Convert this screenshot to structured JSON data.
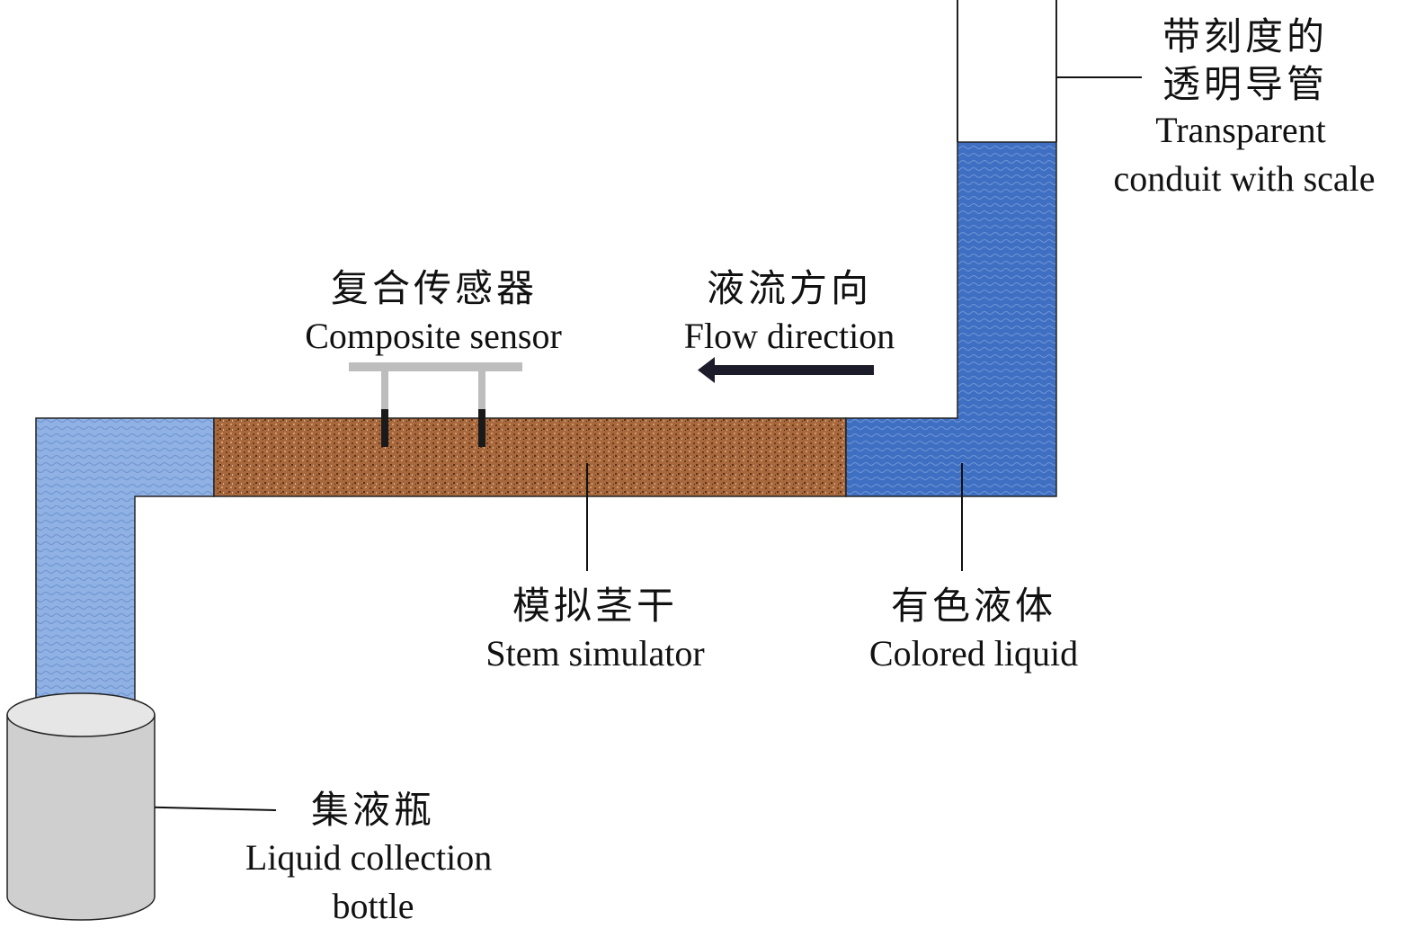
{
  "labels": {
    "conduit": {
      "zh": "带刻度的",
      "zh2": "透明导管",
      "en": "Transparent",
      "en2": "conduit with scale"
    },
    "sensor": {
      "zh": "复合传感器",
      "en": "Composite sensor"
    },
    "flow": {
      "zh": "液流方向",
      "en": "Flow direction"
    },
    "stem": {
      "zh": "模拟茎干",
      "en": "Stem simulator"
    },
    "liquid": {
      "zh": "有色液体",
      "en": "Colored liquid"
    },
    "bottle": {
      "zh": "集液瓶",
      "en": "Liquid collection",
      "en2": "bottle"
    }
  },
  "colors": {
    "light_liquid": "#8fb1e3",
    "colored_liquid": "#3f6fc2",
    "stem_fill": "#a8683d",
    "sensor_gray": "#bdbdbd",
    "bottle_gray": "#cfcfcf",
    "arrow": "#1c1c2a"
  }
}
